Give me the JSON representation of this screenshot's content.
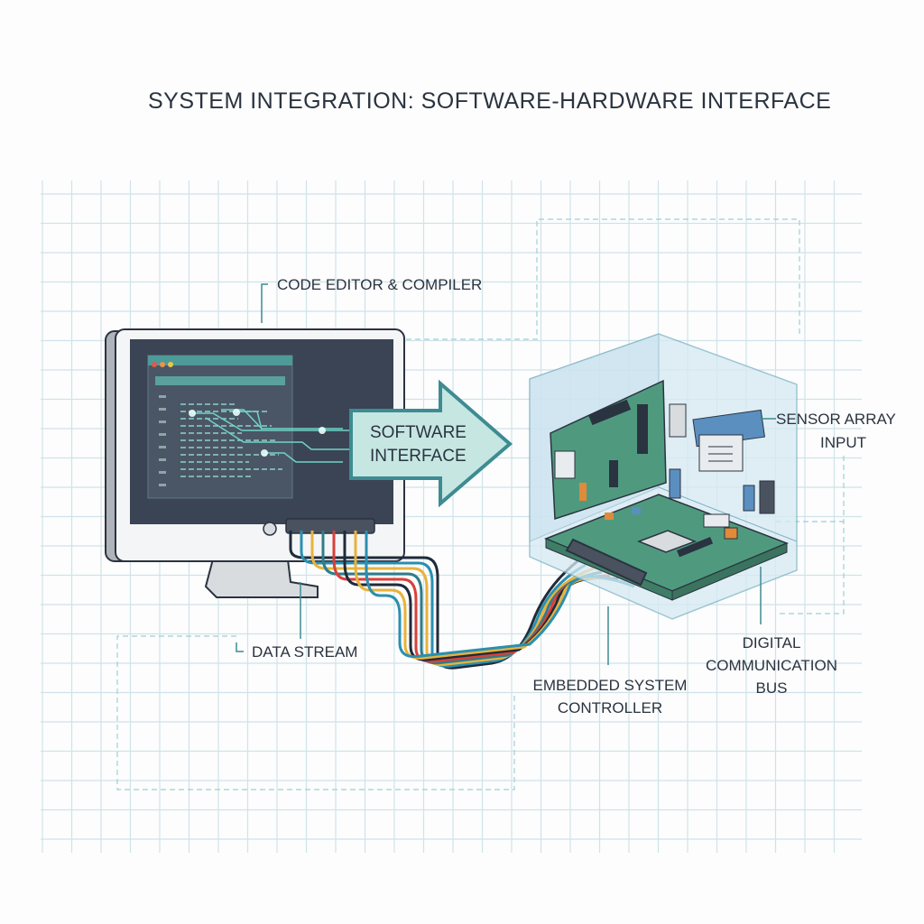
{
  "title": "SYSTEM INTEGRATION: SOFTWARE-HARDWARE INTERFACE",
  "labels": {
    "code_editor": "CODE EDITOR & COMPILER",
    "software_interface": [
      "SOFTWARE",
      "INTERFACE"
    ],
    "sensor_array": [
      "SENSOR ARRAY",
      "INPUT"
    ],
    "data_stream": "DATA STREAM",
    "embedded": [
      "EMBEDDED SYSTEM",
      "CONTROLLER"
    ],
    "digital_bus": [
      "DIGITAL",
      "COMMUNICATION",
      "BUS"
    ]
  },
  "colors": {
    "grid": "#cfe3ea",
    "accent": "#3d8c92",
    "arrow_fill": "#c6e6e2",
    "screen": "#3a4454",
    "pcb": "#4f9a7e",
    "box": "#cfe6f0",
    "wires": [
      "#1f2b3a",
      "#2a8fb0",
      "#e8b23a",
      "#2f7d8a",
      "#d9403a",
      "#1f2b3a",
      "#e8b23a",
      "#2a8fb0"
    ]
  }
}
